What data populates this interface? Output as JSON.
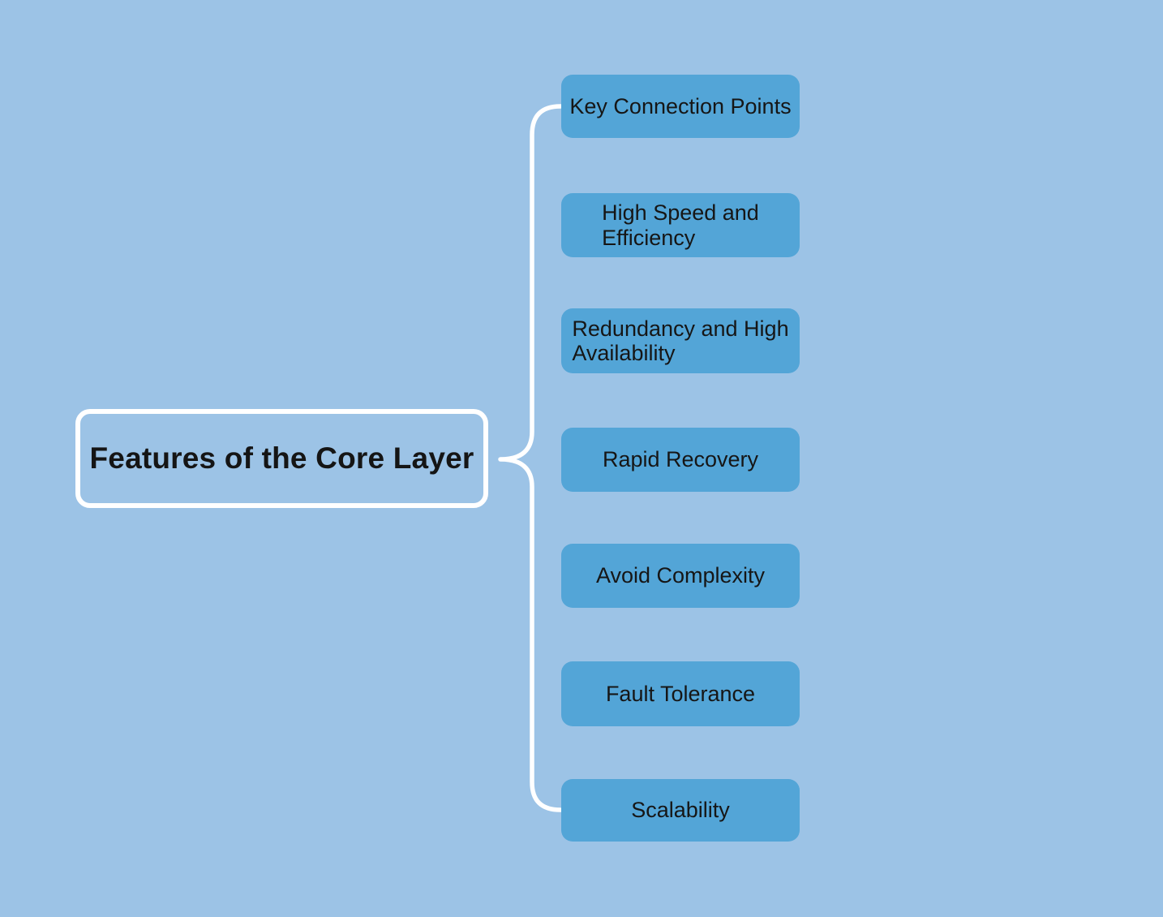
{
  "canvas": {
    "background_color": "#9CC3E6",
    "connector_color": "#FFFFFF",
    "topic_fill_color": "#53A5D7",
    "topic_text_color": "#161616",
    "root_text_color": "#151515"
  },
  "root": {
    "label": "Features of the Core Layer"
  },
  "branches": [
    {
      "label": "Key Connection Points"
    },
    {
      "label": "High Speed and\nEfficiency"
    },
    {
      "label": "Redundancy and High\nAvailability"
    },
    {
      "label": "Rapid Recovery"
    },
    {
      "label": "Avoid Complexity"
    },
    {
      "label": "Fault Tolerance"
    },
    {
      "label": "Scalability"
    }
  ]
}
